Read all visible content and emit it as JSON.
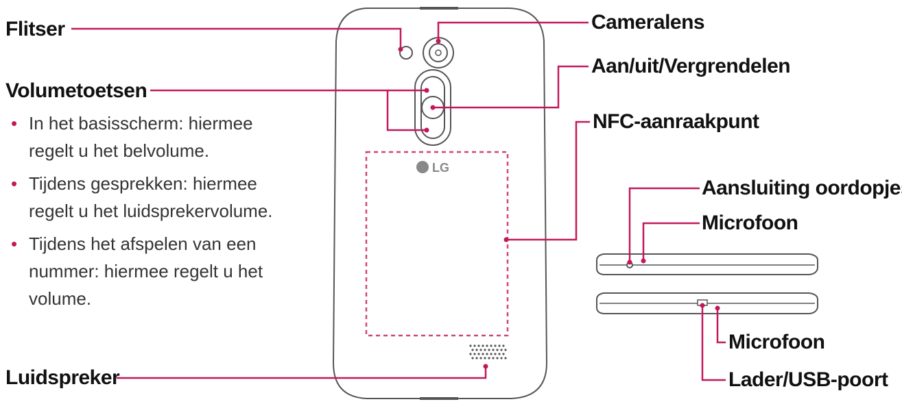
{
  "labels": {
    "flash": "Flitser",
    "volume_keys": "Volumetoetsen",
    "speaker": "Luidspreker",
    "camera_lens": "Cameralens",
    "power_lock": "Aan/uit/Vergrendelen",
    "nfc": "NFC-aanraakpunt",
    "headset_jack": "Aansluiting oordopjes",
    "mic_top": "Microfoon",
    "mic_bottom": "Microfoon",
    "charger_usb": "Lader/USB-poort"
  },
  "volume_notes": [
    "In het basisscherm: hiermee regelt u het belvolume.",
    "Tijdens gesprekken: hiermee regelt u het luidsprekervolume.",
    "Tijdens het afspelen van een nummer: hiermee regelt u het volume."
  ],
  "logo_text": "LG",
  "colors": {
    "leader": "#c2185b",
    "outline": "#555555",
    "text": "#111111",
    "bullet": "#c2185b"
  }
}
